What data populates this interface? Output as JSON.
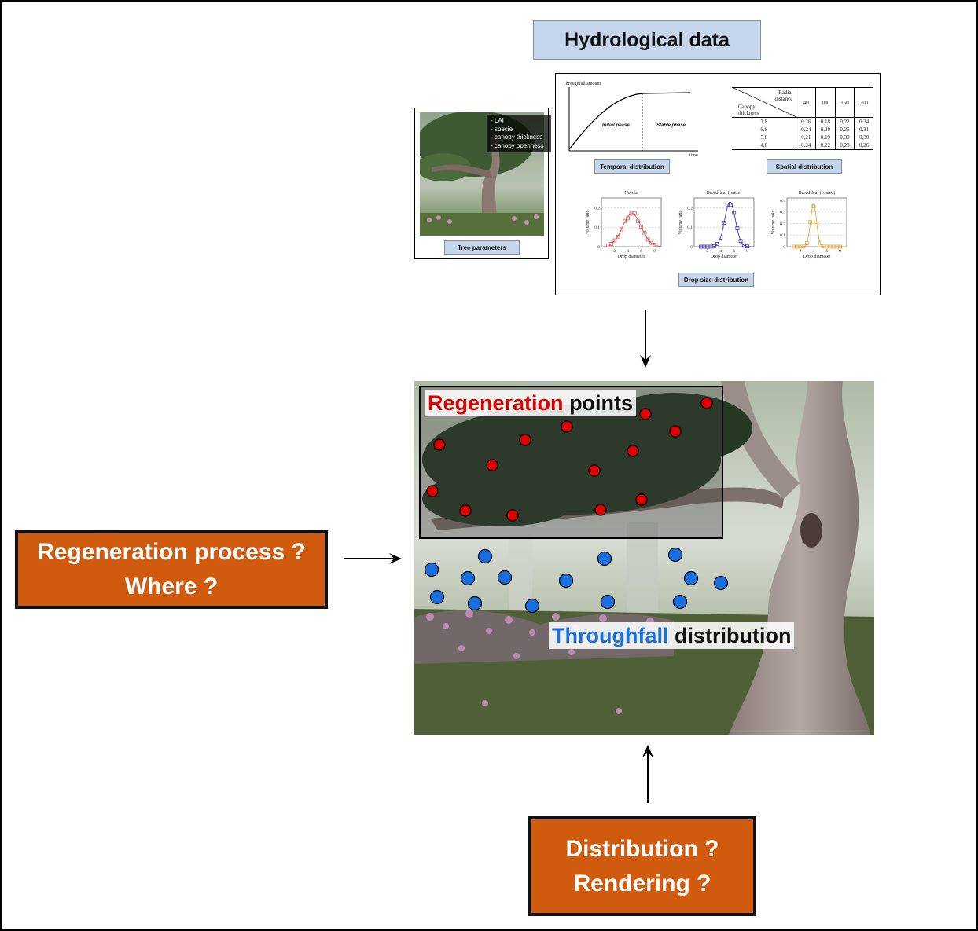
{
  "hydro_title": "Hydrological data",
  "tree_panel": {
    "params": [
      "- LAI",
      "- specie",
      "- canopy thickness",
      "- canopy openness"
    ],
    "label": "Tree parameters"
  },
  "temporal": {
    "ylabel": "Throughfall amount",
    "xlabel": "time",
    "phase1": "Initial phase",
    "phase2": "Stable phase",
    "label": "Temporal distribution"
  },
  "spatial": {
    "header_radial": "Radial distance",
    "header_canopy": "Canopy thickness",
    "columns": [
      "40",
      "100",
      "150",
      "200"
    ],
    "rows": [
      {
        "thickness": "7,8",
        "values": [
          "0,26",
          "0,18",
          "0,22",
          "0,34"
        ]
      },
      {
        "thickness": "6,8",
        "values": [
          "0,24",
          "0,20",
          "0,25",
          "0,31"
        ]
      },
      {
        "thickness": "5,8",
        "values": [
          "0,21",
          "0,19",
          "0,30",
          "0,30"
        ]
      },
      {
        "thickness": "4,8",
        "values": [
          "0,24",
          "0,22",
          "0,28",
          "0,26"
        ]
      }
    ],
    "label": "Spatial distribution"
  },
  "drop_size": {
    "label": "Drop size distribution",
    "xlabel": "Drop diameter",
    "ylabel": "Volume ratio",
    "charts": [
      {
        "title": "Needle",
        "color": "#d9534f",
        "yticks": [
          "0",
          "0.1",
          "0.2"
        ],
        "xticks": [
          "2",
          "4",
          "6",
          "8"
        ]
      },
      {
        "title": "Broad-leaf (matte)",
        "color": "#3a3aa8",
        "yticks": [
          "0",
          "0.1",
          "0.2"
        ],
        "xticks": [
          "2",
          "4",
          "6",
          "8"
        ]
      },
      {
        "title": "Broad-leaf (coated)",
        "color": "#e8a33a",
        "yticks": [
          "0",
          "0.1",
          "0.2",
          "0.3",
          "0.4"
        ],
        "xticks": [
          "2",
          "4",
          "6",
          "8"
        ]
      }
    ]
  },
  "scene": {
    "regen_word": "Regeneration",
    "regen_rest": "points",
    "regen_color": "#e00000",
    "through_word": "Throughfall",
    "through_rest": "distribution",
    "through_color": "#1a6fe0"
  },
  "question_left": {
    "line1": "Regeneration process ?",
    "line2": "Where ?"
  },
  "question_bottom": {
    "line1": "Distribution ?",
    "line2": "Rendering ?"
  },
  "colors": {
    "orange": "#d05a0d",
    "label_blue": "#c5d5ec"
  }
}
